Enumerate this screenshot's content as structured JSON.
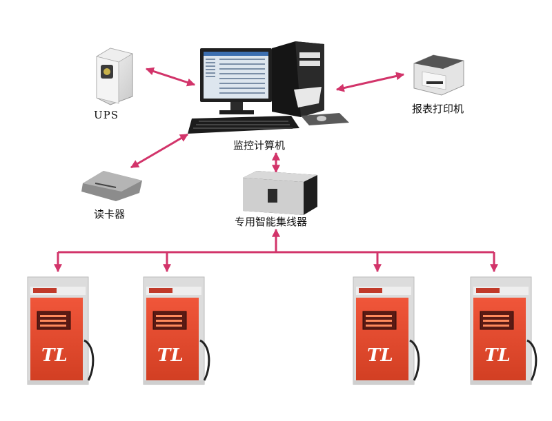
{
  "labels": {
    "ups": "UPS",
    "printer": "报表打印机",
    "computer": "监控计算机",
    "card_reader": "读卡器",
    "concentrator": "专用智能集线器"
  },
  "colors": {
    "arrow": "#d2346a",
    "pump_body": "#e5482c",
    "pump_frame": "#dcdcdc"
  },
  "icons": [
    "ups-icon",
    "computer-icon",
    "printer-icon",
    "card-reader-icon",
    "concentrator-icon",
    "fuel-dispenser-icon"
  ]
}
